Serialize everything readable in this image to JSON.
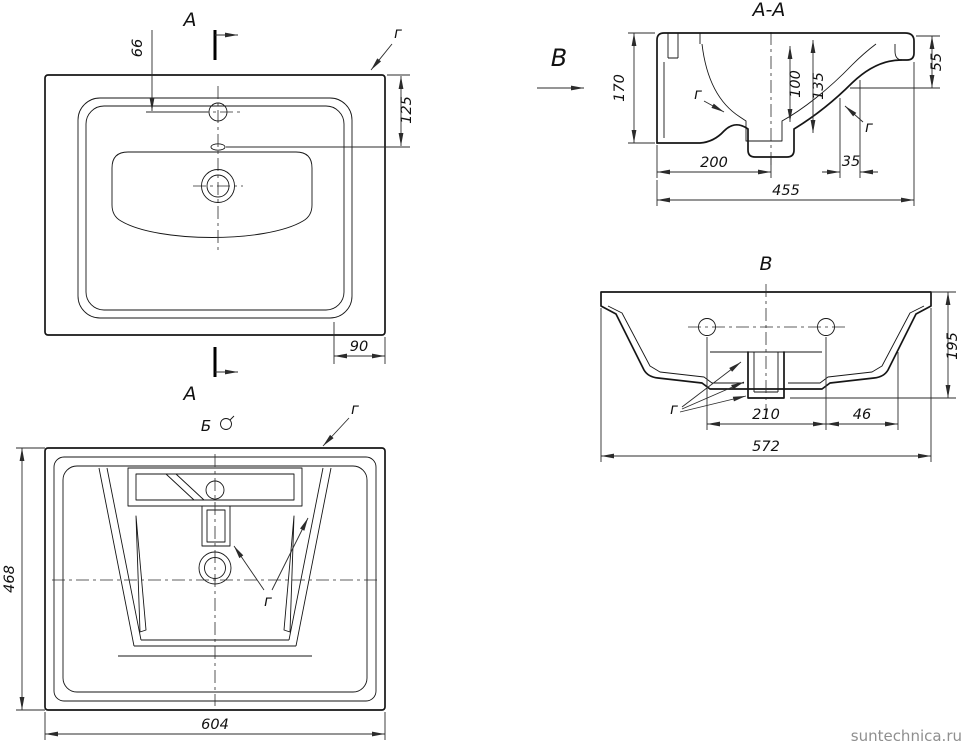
{
  "watermark": "suntechnica.ru",
  "plan_view": {
    "section_letter_top": "А",
    "section_letter_bottom": "А",
    "surface_label": "г",
    "dims": {
      "offset_66": "66",
      "offset_125": "125",
      "offset_90": "90"
    }
  },
  "section_aa": {
    "title": "А-А",
    "direction_label": "В",
    "surface_label_left": "г",
    "surface_label_right": "г",
    "dims": {
      "height_170": "170",
      "depth_100": "100",
      "depth_135": "135",
      "front_55": "55",
      "drain_200": "200",
      "offset_35": "35",
      "overall_455": "455"
    }
  },
  "view_v": {
    "title": "В",
    "surface_label": "г",
    "dims": {
      "height_195": "195",
      "holes_210": "210",
      "offset_46": "46",
      "overall_572": "572"
    }
  },
  "bottom_view": {
    "view_label": "Б",
    "surface_label": "г",
    "dims": {
      "depth_468": "468",
      "width_604": "604"
    }
  }
}
